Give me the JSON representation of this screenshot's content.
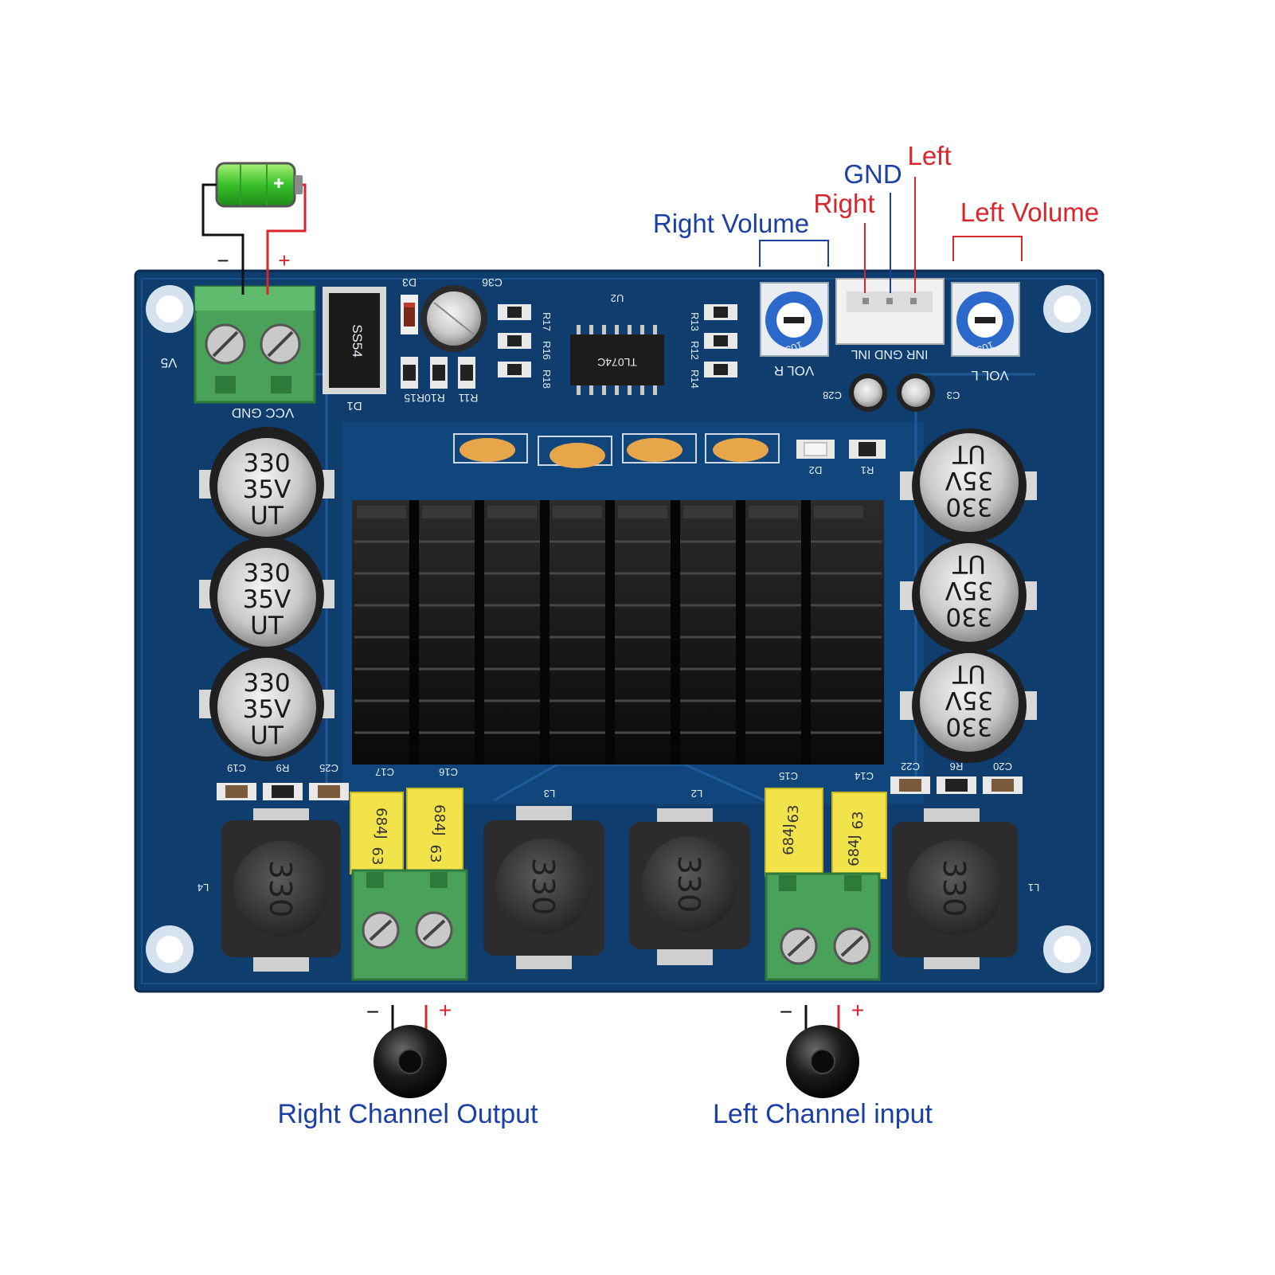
{
  "labels": {
    "battery_minus": "−",
    "battery_plus": "+",
    "right_volume": "Right Volume",
    "left_volume": "Left Volume",
    "gnd": "GND",
    "right": "Right",
    "left": "Left",
    "right_channel_output": "Right Channel Output",
    "left_channel_input": "Left Channel input",
    "speaker_minus": "−",
    "speaker_plus": "+"
  },
  "colors": {
    "blue_label": "#1a3fa5",
    "red_label": "#d8262c",
    "pcb": "#0f3d6e",
    "pcb_trace": "#16508a",
    "terminal_green": "#4aa25a",
    "cap_yellow": "#f2e34a",
    "heatsink": "#111111"
  },
  "silkscreen": {
    "power": "VCC GND",
    "v5": "V5",
    "d1": "D1",
    "d3": "D3",
    "c36": "C36",
    "u2": "U2",
    "r17": "R17",
    "r16": "R16",
    "r18": "R18",
    "r13": "R13",
    "r12": "R12",
    "r14": "R14",
    "r10r15": "R10R15",
    "r11": "R11",
    "vol_r": "VOL R",
    "vol_l": "VOL L",
    "input_header": "INR GND INL",
    "c28": "C28",
    "c3": "C3",
    "d2": "D2",
    "r1": "R1",
    "c19": "C19",
    "r9": "R9",
    "c25": "C25",
    "c17": "C17",
    "c16": "C16",
    "l3": "L3",
    "l2": "L2",
    "c15": "C15",
    "c14": "C14",
    "c22": "C22",
    "r6": "R6",
    "c20": "C20",
    "l4": "L4",
    "l1": "L1",
    "pot_code": "103",
    "diode_code": "SS54",
    "chip_code": "TL074C"
  },
  "components": {
    "electrolytic": [
      "330",
      "35V",
      "UT"
    ],
    "film_cap": [
      "684J",
      "63"
    ],
    "inductor": "330"
  }
}
